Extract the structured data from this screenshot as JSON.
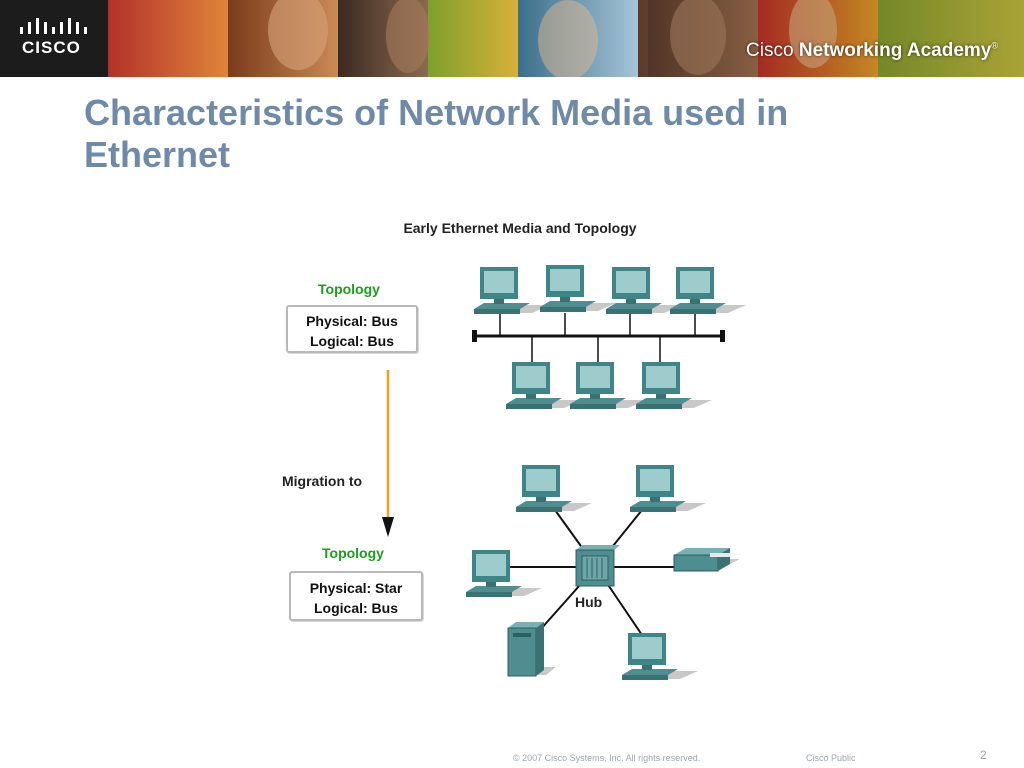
{
  "header": {
    "logo_text": "CISCO",
    "academy_prefix": "Cisco ",
    "academy_main": "Networking Academy",
    "academy_mark": "®"
  },
  "slide": {
    "title": "Characteristics of Network Media used in Ethernet"
  },
  "diagram": {
    "title": "Early Ethernet Media and Topology",
    "top_label": "Topology",
    "top_physical": "Physical: Bus",
    "top_logical": "Logical: Bus",
    "migration": "Migration to",
    "bottom_label": "Topology",
    "bottom_physical": "Physical: Star",
    "bottom_logical": "Logical: Bus",
    "hub_label": "Hub"
  },
  "footer": {
    "copyright": "© 2007 Cisco Systems, Inc. All rights reserved.",
    "classification": "Cisco Public",
    "page": "2"
  },
  "colors": {
    "title": "#6e8aa8",
    "green_label": "#1aa01a",
    "arrow": "#f0a020",
    "device": "#5f9ea0"
  }
}
